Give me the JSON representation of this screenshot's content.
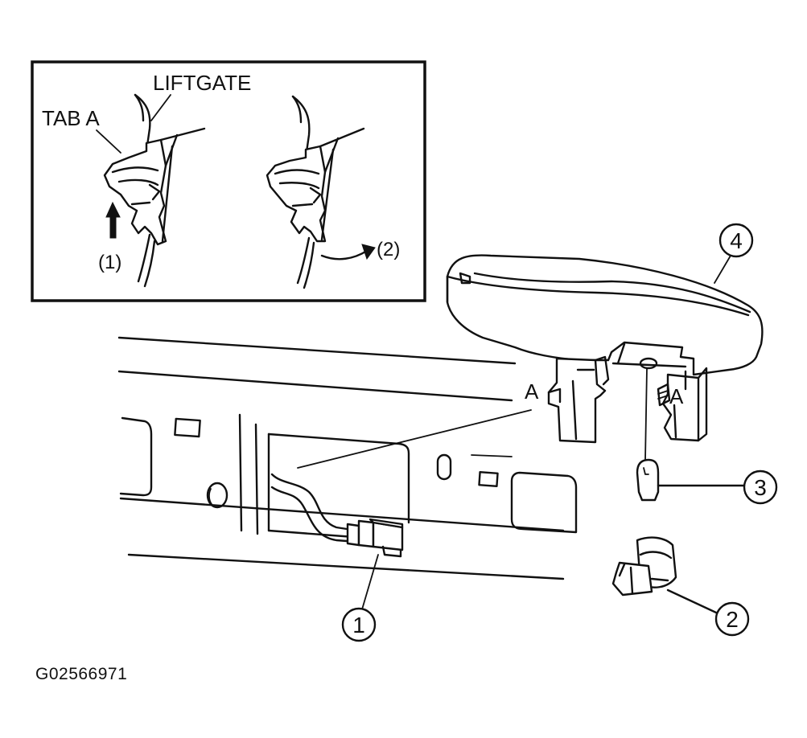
{
  "inset": {
    "liftgate_label": "LIFTGATE",
    "tab_label": "TAB A",
    "step1_label": "(1)",
    "step2_label": "(2)"
  },
  "tab_markers": {
    "left": "A",
    "right": "A"
  },
  "callouts": {
    "connector": "1",
    "socket": "2",
    "bulb": "3",
    "lamp_housing": "4"
  },
  "figure_id": "G02566971"
}
